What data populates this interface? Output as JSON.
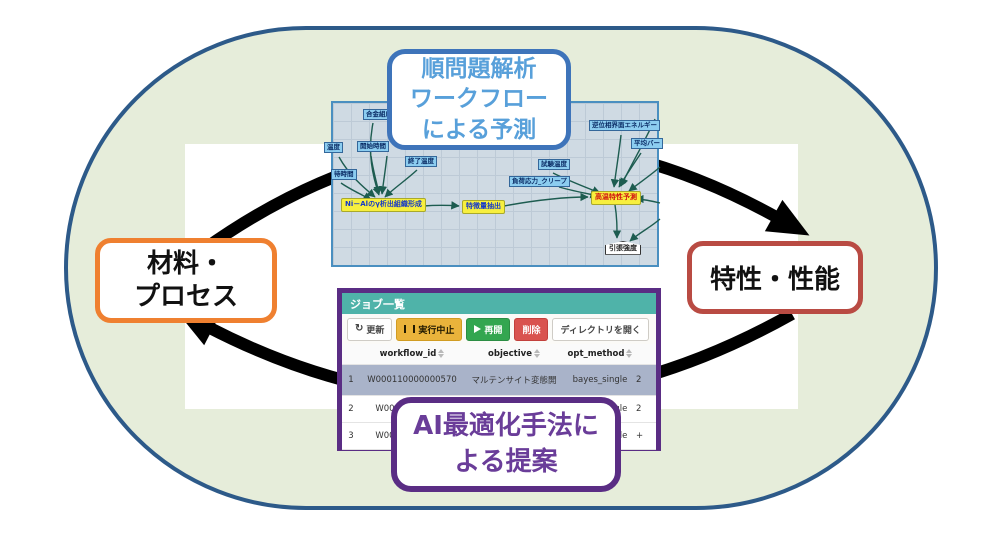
{
  "diagram": {
    "top_label": {
      "line1": "順問題解析",
      "line2": "ワークフロー",
      "line3": "による予測"
    },
    "left_label": {
      "line1": "材料・",
      "line2": "プロセス"
    },
    "right_label": {
      "line1": "特性・性能"
    },
    "bottom_label": {
      "line1": "AI最適化手法に",
      "line2": "よる提案"
    }
  },
  "workflow": {
    "nodes": [
      {
        "label": "合金組成",
        "type": "input"
      },
      {
        "label": "逆位相界面エネルギー",
        "type": "input"
      },
      {
        "label": "平均バー",
        "type": "input"
      },
      {
        "label": "温度",
        "type": "input"
      },
      {
        "label": "開始時間",
        "type": "input"
      },
      {
        "label": "終了温度",
        "type": "input"
      },
      {
        "label": "待時間",
        "type": "input"
      },
      {
        "label": "試験温度",
        "type": "input"
      },
      {
        "label": "負荷応力_クリープ",
        "type": "input"
      },
      {
        "label": "Ni－Alのγ析出組織形成",
        "type": "process"
      },
      {
        "label": "特徴量抽出",
        "type": "process"
      },
      {
        "label": "高温特性予測",
        "type": "process"
      },
      {
        "label": "引張強度",
        "type": "output"
      }
    ]
  },
  "job_panel": {
    "title": "ジョブ一覧",
    "toolbar": {
      "refresh": "更新",
      "stop": "実行中止",
      "resume": "再開",
      "delete": "削除",
      "open_dir": "ディレクトリを開く"
    },
    "icons": {
      "refresh_glyph": "↻"
    },
    "columns": {
      "num": "",
      "workflow_id": "workflow_id",
      "objective": "objective",
      "opt_method": "opt_method"
    },
    "rows": [
      {
        "num": "1",
        "workflow_id": "W000110000000570",
        "objective": "マルテンサイト変態開",
        "opt_method": "bayes_single",
        "extra": "2"
      },
      {
        "num": "2",
        "workflow_id": "W000110000000",
        "objective": "",
        "opt_method": "bayes_single",
        "extra": "2"
      },
      {
        "num": "3",
        "workflow_id": "W000110000000",
        "objective": "",
        "opt_method": "bayes_single",
        "extra": "+"
      }
    ]
  },
  "colors": {
    "stadium_fill": "#e6edda",
    "stadium_border": "#2d5a89",
    "top_label_border": "#3e74ba",
    "top_label_text": "#58a0da",
    "left_label_border": "#ef8030",
    "right_label_border": "#b94b43",
    "purple_accent": "#5a2d84",
    "teal_header": "#4fb3a9",
    "stop_button": "#eab33b",
    "resume_button": "#33a650",
    "delete_button": "#d9534f",
    "selected_row": "#a9b3c9",
    "cycle_arrow": "#000000",
    "workflow_node_input": "#8ccdf0",
    "workflow_node_process": "#f7ef3e"
  }
}
